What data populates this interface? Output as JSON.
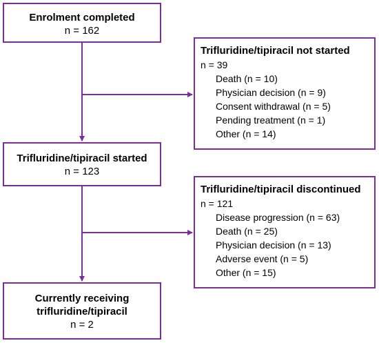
{
  "enrolment": {
    "title": "Enrolment completed",
    "count": "n = 162"
  },
  "not_started": {
    "title": "Trifluridine/tipiracil not started",
    "count": "n = 39",
    "items": [
      "Death (n = 10)",
      "Physician decision (n = 9)",
      "Consent withdrawal (n = 5)",
      "Pending treatment (n = 1)",
      "Other (n = 14)"
    ]
  },
  "started": {
    "title": "Trifluridine/tipiracil started",
    "count": "n = 123"
  },
  "discontinued": {
    "title": "Trifluridine/tipiracil discontinued",
    "count": "n = 121",
    "items": [
      "Disease progression (n = 63)",
      "Death (n = 25)",
      "Physician decision (n = 13)",
      "Adverse event (n = 5)",
      "Other (n = 15)"
    ]
  },
  "currently_receiving": {
    "title_line1": "Currently receiving",
    "title_line2": "trifluridine/tipiracil",
    "count": "n = 2"
  },
  "colors": {
    "accent": "#7b2d9b",
    "text": "#000000",
    "background": "#ffffff"
  }
}
